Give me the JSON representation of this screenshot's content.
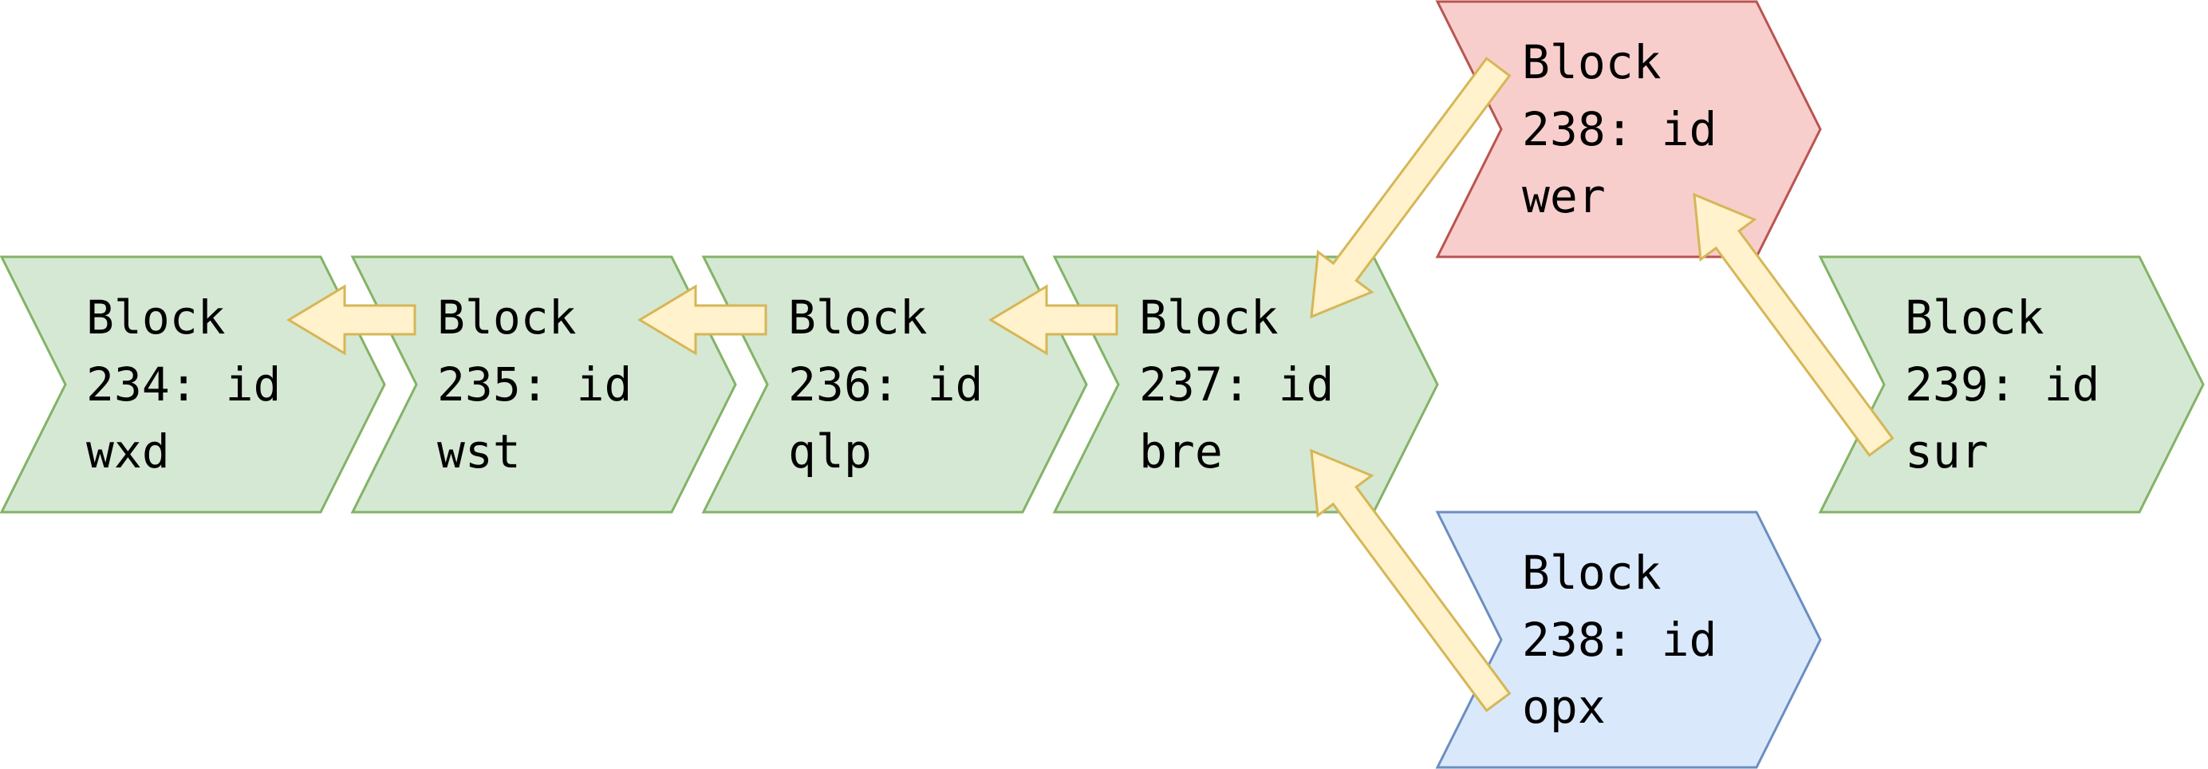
{
  "colors": {
    "main_fill": "#d5e8d4",
    "main_stroke": "#82b366",
    "orphan_red_fill": "#f8cecc",
    "orphan_red_stroke": "#b85450",
    "orphan_blue_fill": "#dae8fc",
    "orphan_blue_stroke": "#6c8ebf",
    "arrow_fill": "#fff2cc",
    "arrow_stroke": "#d6b656"
  },
  "blocks": [
    {
      "id": "b234",
      "lines": [
        "Block",
        "234: id",
        "wxd"
      ],
      "style": "main"
    },
    {
      "id": "b235",
      "lines": [
        "Block",
        "235: id",
        "wst"
      ],
      "style": "main"
    },
    {
      "id": "b236",
      "lines": [
        "Block",
        "236: id",
        "qlp"
      ],
      "style": "main"
    },
    {
      "id": "b237",
      "lines": [
        "Block",
        "237: id",
        "bre"
      ],
      "style": "main"
    },
    {
      "id": "b238r",
      "lines": [
        "Block",
        "238: id",
        "wer"
      ],
      "style": "orphan_red"
    },
    {
      "id": "b238b",
      "lines": [
        "Block",
        "238: id",
        "opx"
      ],
      "style": "orphan_blue"
    },
    {
      "id": "b239",
      "lines": [
        "Block",
        "239: id",
        "sur"
      ],
      "style": "main"
    }
  ],
  "arrows": [
    {
      "from": "b235",
      "to": "b234"
    },
    {
      "from": "b236",
      "to": "b235"
    },
    {
      "from": "b237",
      "to": "b236"
    },
    {
      "from": "b238r",
      "to": "b237"
    },
    {
      "from": "b238b",
      "to": "b237"
    },
    {
      "from": "b239",
      "to": "b238r"
    }
  ]
}
